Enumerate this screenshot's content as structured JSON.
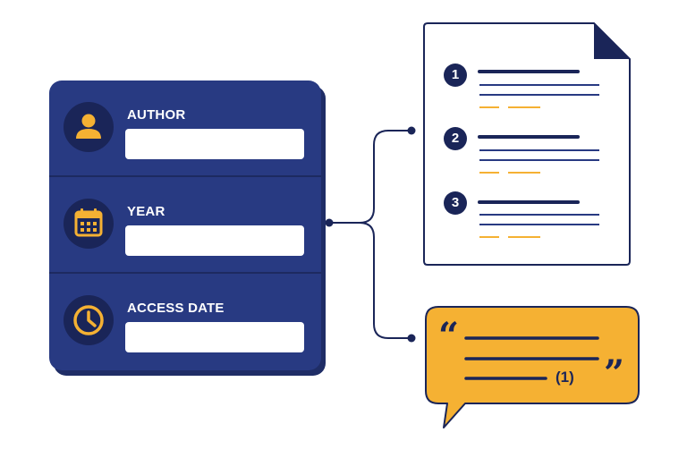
{
  "form": {
    "fields": [
      {
        "label": "AUTHOR",
        "icon": "user-icon"
      },
      {
        "label": "YEAR",
        "icon": "calendar-icon"
      },
      {
        "label": "ACCESS DATE",
        "icon": "clock-icon"
      }
    ]
  },
  "document": {
    "items": [
      "1",
      "2",
      "3"
    ]
  },
  "quote": {
    "open_mark": "“",
    "close_mark": "”",
    "reference": "(1)"
  },
  "colors": {
    "navy": "#283a82",
    "dark_navy": "#1a2558",
    "accent": "#f5b133",
    "white": "#ffffff"
  }
}
